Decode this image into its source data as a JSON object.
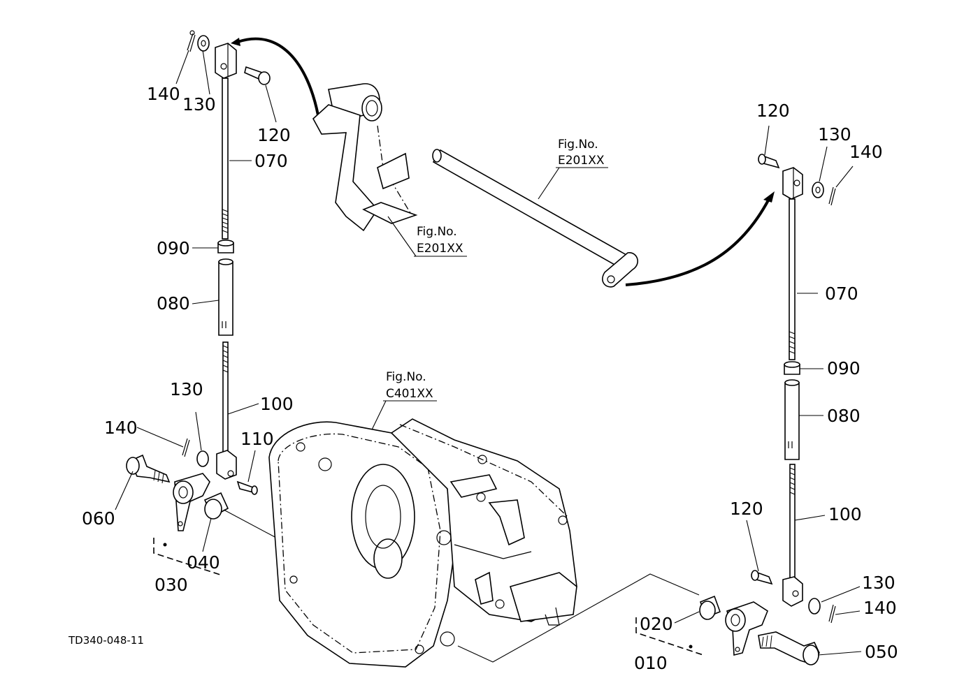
{
  "drawing_code": "TD340-048-11",
  "references": [
    {
      "line1": "Fig.No.",
      "line2": "E201XX"
    },
    {
      "line1": "Fig.No.",
      "line2": "E201XX"
    },
    {
      "line1": "Fig.No.",
      "line2": "C401XX"
    }
  ],
  "labels": {
    "left_140_top": "140",
    "left_130_top": "130",
    "left_120_top": "120",
    "left_070": "070",
    "left_090": "090",
    "left_080": "080",
    "left_100": "100",
    "left_130_bottom": "130",
    "left_140_bottom": "140",
    "left_110": "110",
    "left_060": "060",
    "left_040": "040",
    "left_030": "030",
    "right_120_top": "120",
    "right_130_top": "130",
    "right_140_top": "140",
    "right_070": "070",
    "right_090": "090",
    "right_080": "080",
    "right_100": "100",
    "right_120_bottom": "120",
    "right_130_bottom": "130",
    "right_140_bottom": "140",
    "right_020": "020",
    "right_010": "010",
    "right_050": "050"
  }
}
